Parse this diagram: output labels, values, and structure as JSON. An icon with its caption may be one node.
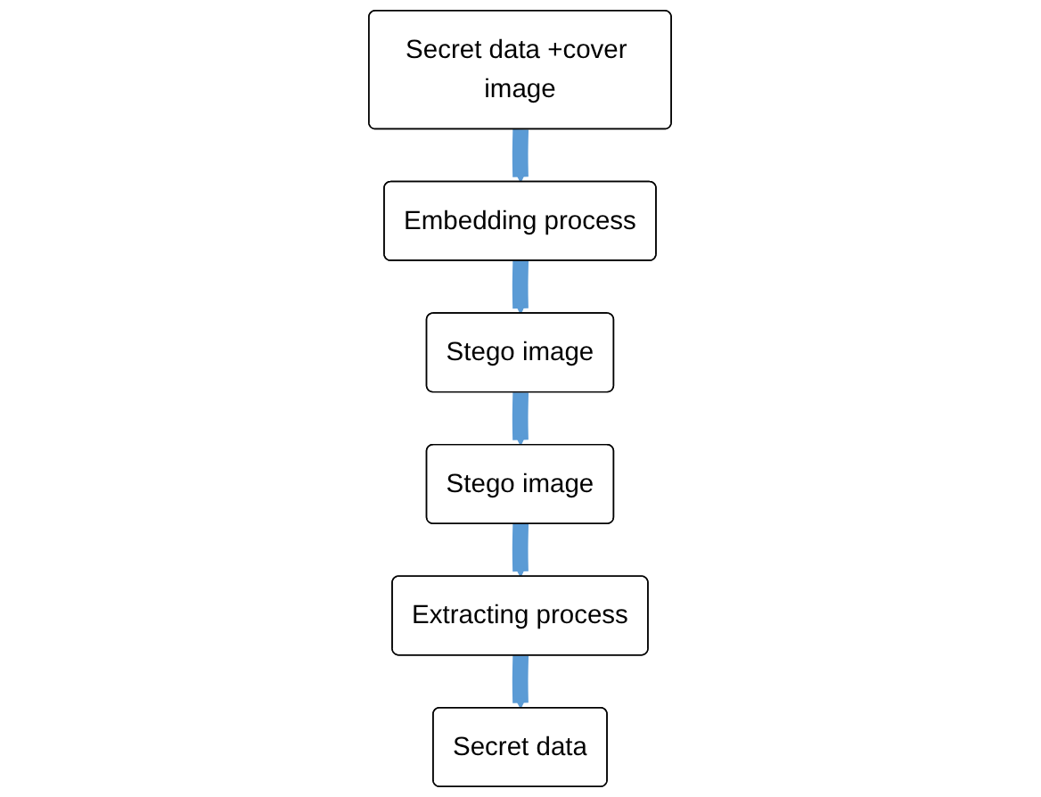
{
  "diagram": {
    "nodes": [
      {
        "text": [
          "Secret data +cover image"
        ]
      },
      {
        "text": [
          "Embedding process"
        ]
      },
      {
        "text": [
          "Stego image"
        ]
      },
      {
        "text": [
          "Stego image"
        ]
      },
      {
        "text": [
          "Extracting process"
        ]
      },
      {
        "text": [
          "Secret data"
        ]
      }
    ],
    "edges": [
      {
        "from": 0,
        "to": 1,
        "arrow": "to"
      },
      {
        "from": 1,
        "to": 2,
        "arrow": "to"
      },
      {
        "from": 2,
        "to": 3,
        "arrow": "to"
      },
      {
        "from": 3,
        "to": 4,
        "arrow": "to"
      },
      {
        "from": 4,
        "to": 5,
        "arrow": "to"
      }
    ]
  }
}
